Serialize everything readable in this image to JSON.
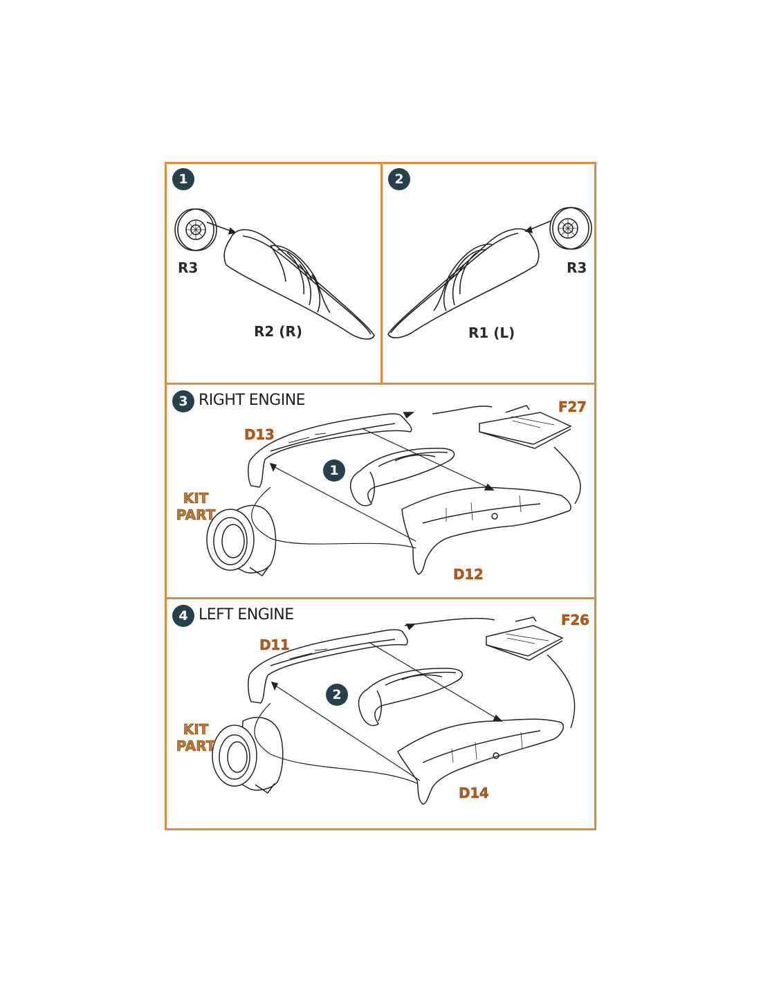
{
  "colors": {
    "frame": "#e08a3c",
    "badge": "#27414a",
    "part_label": "#b25a1a",
    "line": "#222222"
  },
  "steps": [
    {
      "number": "1",
      "title": "",
      "labels": {
        "wheel": "R3",
        "part": "R2 (R)"
      }
    },
    {
      "number": "2",
      "title": "",
      "labels": {
        "wheel": "R3",
        "part": "R1 (L)"
      }
    },
    {
      "number": "3",
      "title": "RIGHT ENGINE",
      "labels": {
        "top_part": "F27",
        "upper": "D13",
        "lower": "D12",
        "kit": "KIT PART",
        "sub_step": "1"
      }
    },
    {
      "number": "4",
      "title": "LEFT ENGINE",
      "labels": {
        "top_part": "F26",
        "upper": "D11",
        "lower": "D14",
        "kit": "KIT PART",
        "sub_step": "2"
      }
    }
  ],
  "icons": [
    "wheel-hub-icon",
    "intake-duct-icon",
    "engine-nacelle-icon"
  ]
}
